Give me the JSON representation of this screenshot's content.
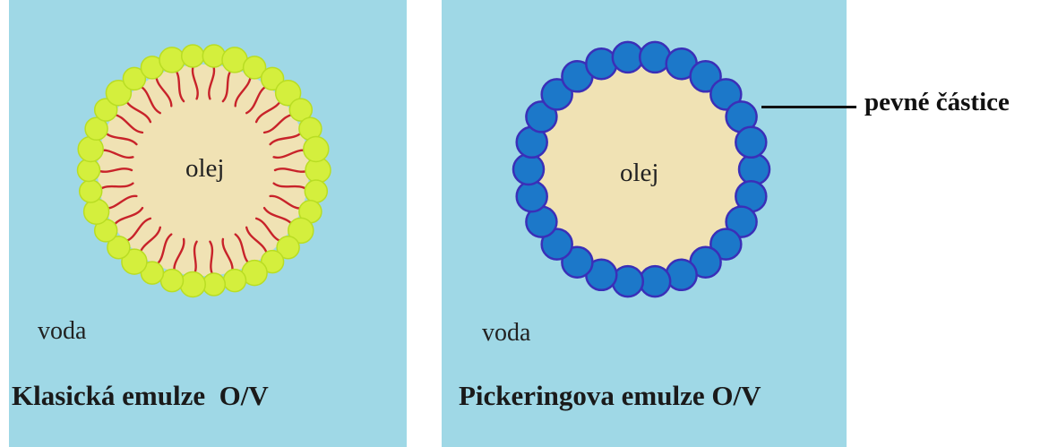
{
  "colors": {
    "water": "#9fd8e6",
    "oil": "#f0e2b4",
    "surfactant_head": "#d4ef3d",
    "surfactant_head_edge": "#b9dd23",
    "surfactant_tail": "#c8232a",
    "solid_particle": "#1c78c9",
    "solid_particle_edge": "#3a2fb8"
  },
  "left_panel": {
    "core_label": "olej",
    "water_label": "voda",
    "caption": "Klasická emulze  O/V",
    "particle_type": "surfactant-head"
  },
  "right_panel": {
    "core_label": "olej",
    "water_label": "voda",
    "caption": "Pickeringova emulze O/V",
    "particle_type": "solid-particle",
    "callout_label": "pevné částice"
  }
}
